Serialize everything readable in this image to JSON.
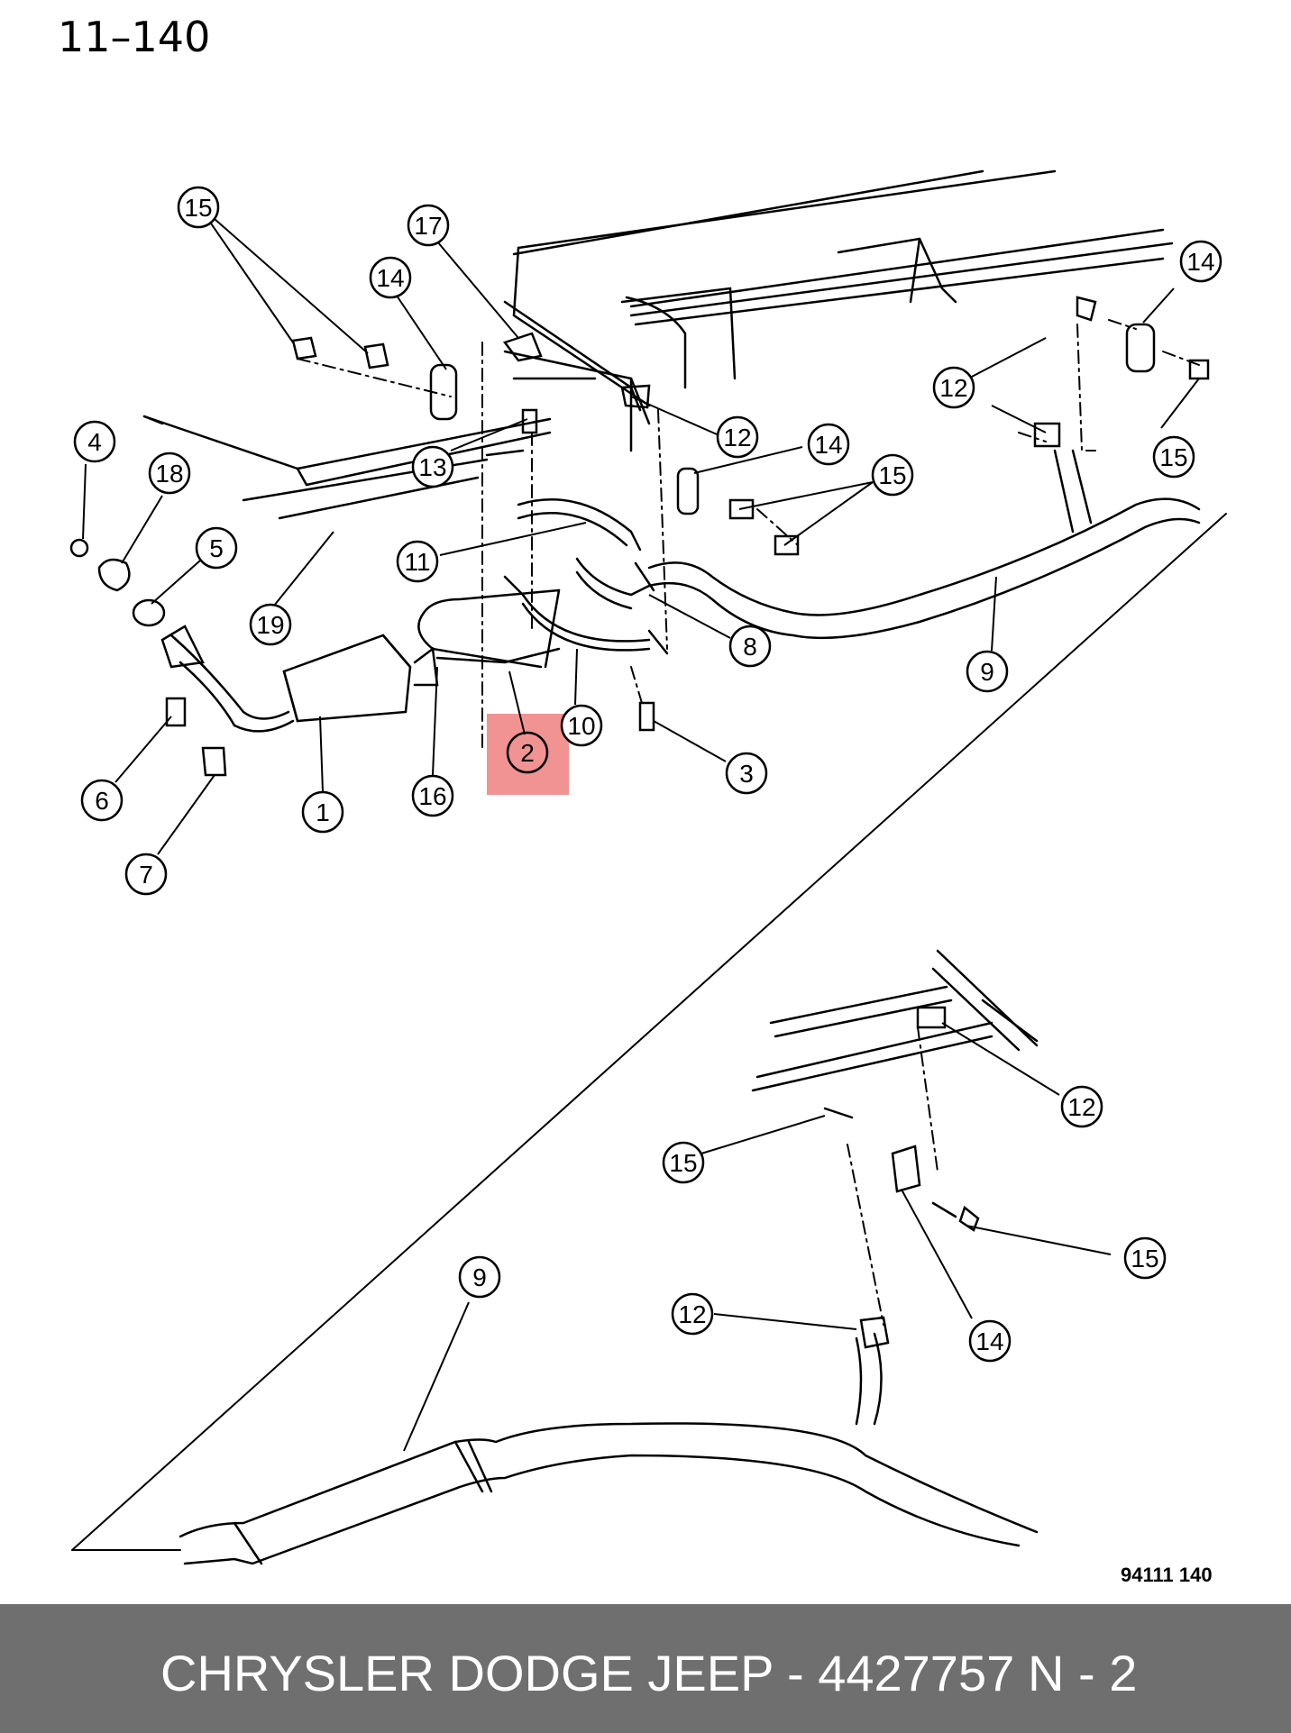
{
  "header": {
    "page_code": "11–140"
  },
  "figure": {
    "number": "94111 140"
  },
  "highlight_color": "#f08080",
  "callouts": {
    "c15a": "15",
    "c17": "17",
    "c14a": "14",
    "c14b": "14",
    "c12a": "12",
    "c12b": "12",
    "c13": "13",
    "c15b": "15",
    "c14c": "14",
    "c15c": "15",
    "c4": "4",
    "c18": "18",
    "c5": "5",
    "c11": "11",
    "c19": "19",
    "c8": "8",
    "c9a": "9",
    "c6": "6",
    "c2": "2",
    "c10": "10",
    "c3": "3",
    "c1": "1",
    "c16": "16",
    "c7": "7",
    "c12c": "12",
    "c15d": "15",
    "c15e": "15",
    "c9b": "9",
    "c12d": "12",
    "c14d": "14"
  },
  "footer": {
    "title": "CHRYSLER DODGE JEEP - 4427757",
    "page": "N - 2"
  }
}
